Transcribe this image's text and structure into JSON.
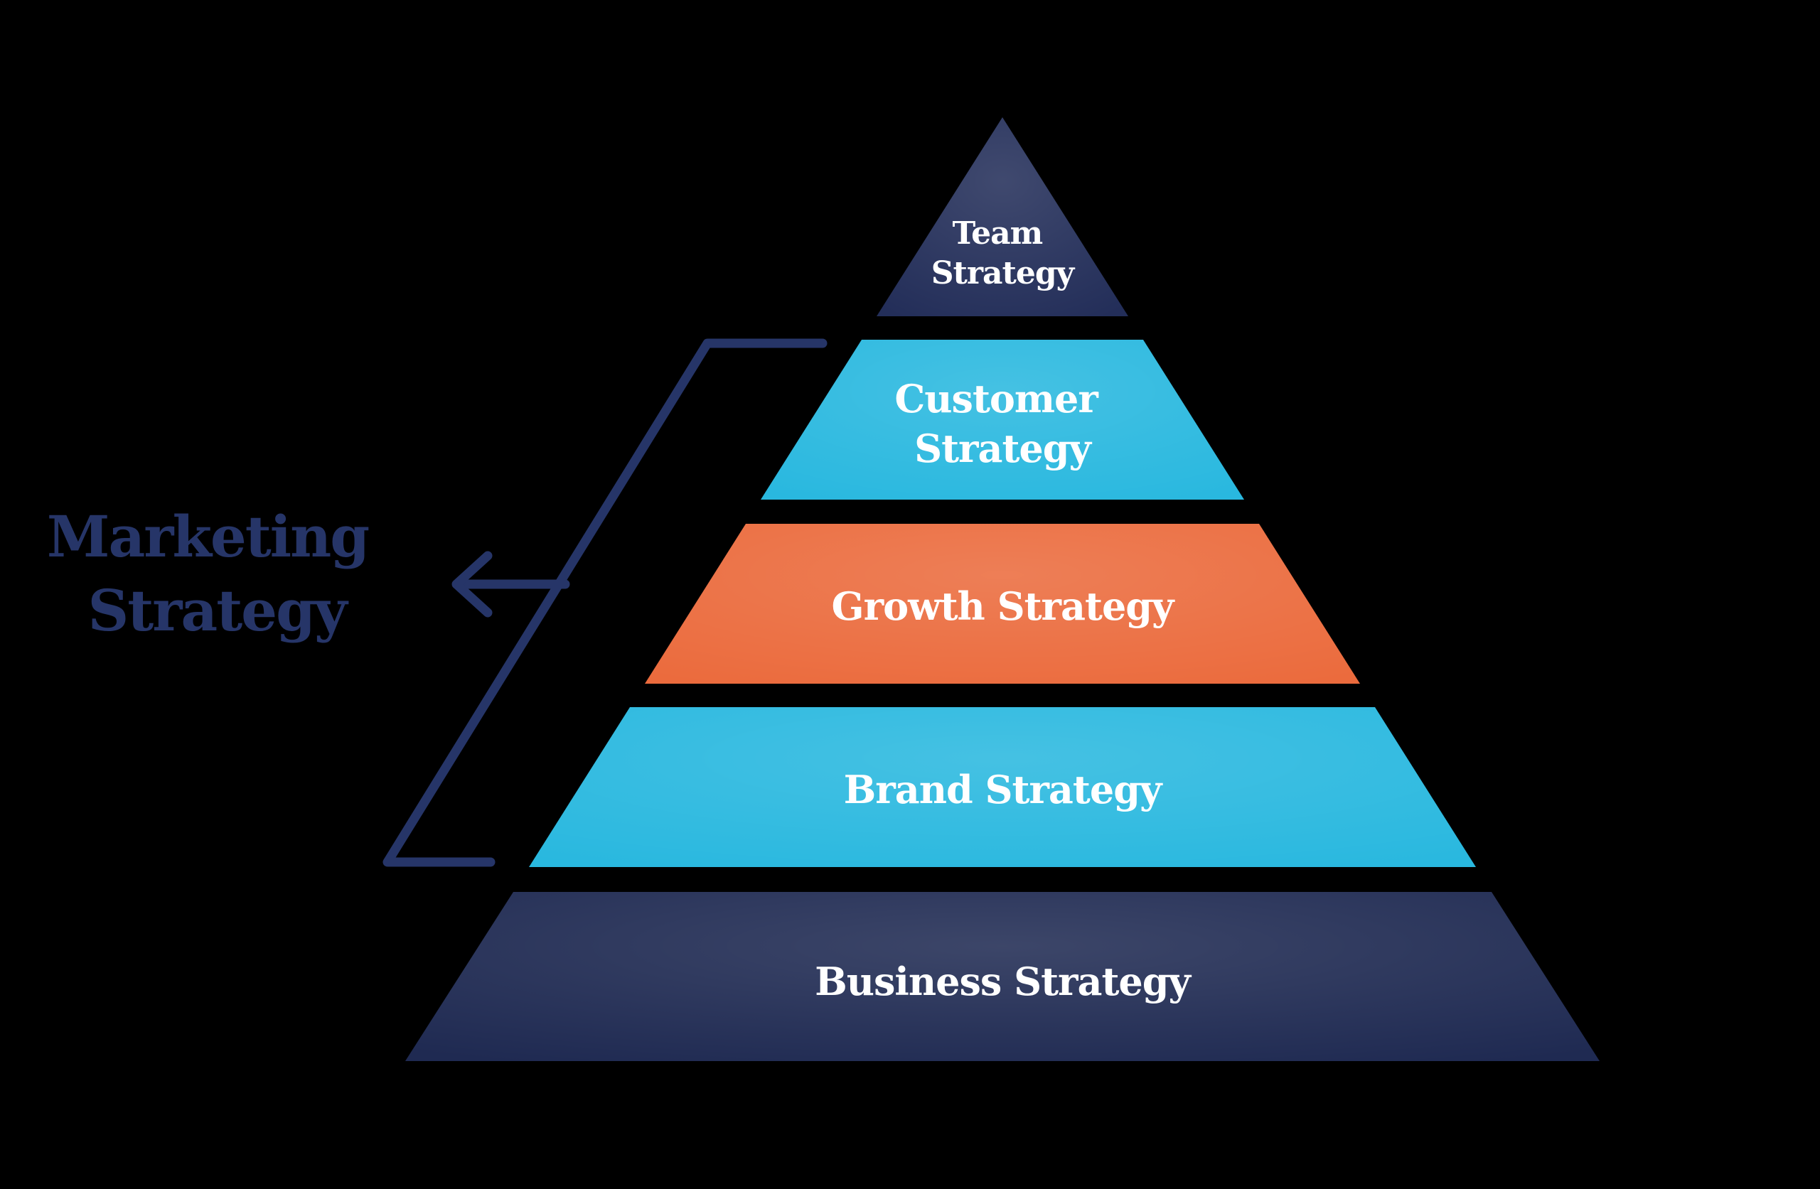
{
  "canvas": {
    "background": "#000000"
  },
  "marketing_label": {
    "line1": "Marketing",
    "line2": "Strategy",
    "color": "#263568"
  },
  "bracket": {
    "color": "#263568",
    "spans_levels": [
      "Customer Strategy",
      "Growth Strategy",
      "Brand Strategy"
    ]
  },
  "arrow": {
    "color": "#263568",
    "direction": "left"
  },
  "pyramid": {
    "levels": [
      {
        "name": "team",
        "line1": "Team",
        "line2": "Strategy",
        "fill": "#232e59",
        "text_color": "#ffffff"
      },
      {
        "name": "customer",
        "line1": "Customer",
        "line2": "Strategy",
        "fill": "#29b8df",
        "text_color": "#ffffff"
      },
      {
        "name": "growth",
        "label": "Growth Strategy",
        "fill": "#eb6b3d",
        "text_color": "#ffffff"
      },
      {
        "name": "brand",
        "label": "Brand Strategy",
        "fill": "#29b8df",
        "text_color": "#ffffff"
      },
      {
        "name": "business",
        "label": "Business Strategy",
        "fill": "#1f2a52",
        "text_color": "#ffffff"
      }
    ]
  }
}
